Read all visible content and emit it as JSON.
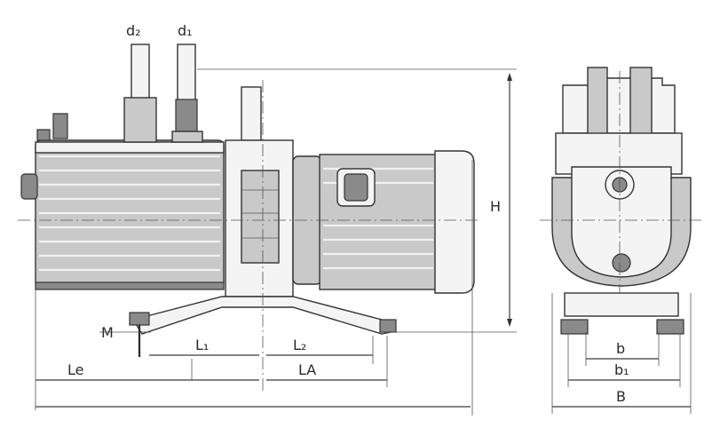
{
  "labels": {
    "d2": "d₂",
    "d1": "d₁",
    "H": "H",
    "M": "M",
    "L1": "L₁",
    "L2": "L₂",
    "Le": "Le",
    "LA": "LA",
    "b": "b",
    "b1": "b₁",
    "B": "B"
  }
}
